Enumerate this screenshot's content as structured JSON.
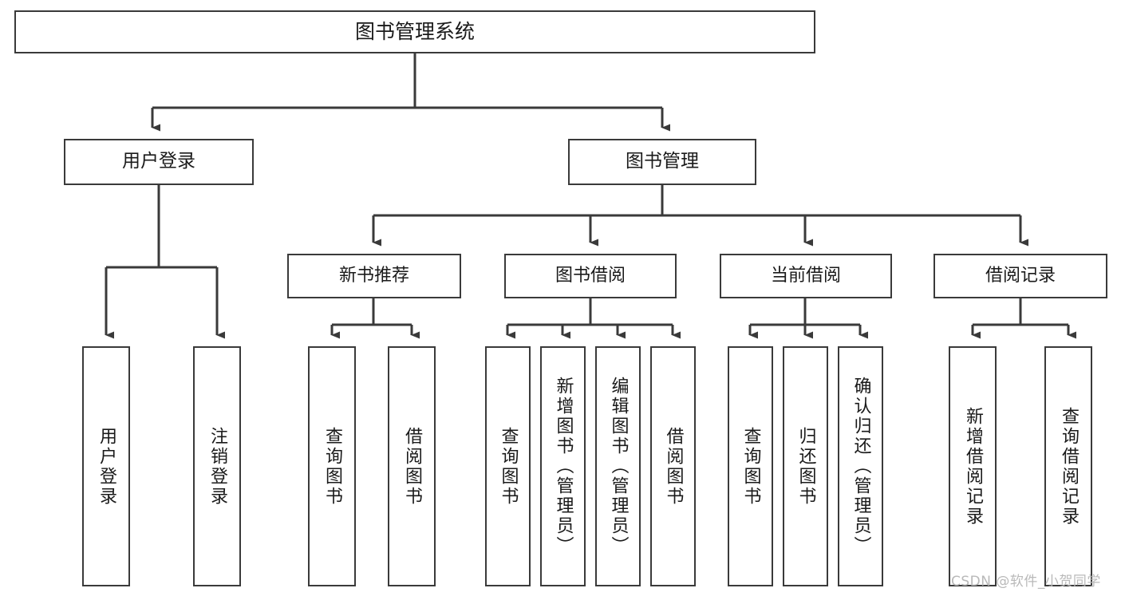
{
  "diagram": {
    "title": "图书管理系统",
    "type": "hierarchy-tree",
    "arrow_color": "#3a3a3a",
    "box_border_color": "#3a3a3a",
    "background_color": "#ffffff",
    "watermark": "CSDN @软件_小贺同学"
  },
  "nodes": {
    "root": {
      "label": "图书管理系统"
    },
    "level1": [
      {
        "id": "user-login",
        "label": "用户登录"
      },
      {
        "id": "book-management",
        "label": "图书管理"
      }
    ],
    "level2": [
      {
        "id": "new-book-recommend",
        "label": "新书推荐"
      },
      {
        "id": "book-borrow",
        "label": "图书借阅"
      },
      {
        "id": "current-borrow",
        "label": "当前借阅"
      },
      {
        "id": "borrow-record",
        "label": "借阅记录"
      }
    ],
    "leaves": {
      "user_login": [
        {
          "id": "leaf-user-login",
          "label": "用户登录"
        },
        {
          "id": "leaf-logout",
          "label": "注销登录"
        }
      ],
      "new_book_recommend": [
        {
          "id": "leaf-query-book-1",
          "label": "查询图书"
        },
        {
          "id": "leaf-borrow-book-1",
          "label": "借阅图书"
        }
      ],
      "book_borrow": [
        {
          "id": "leaf-query-book-2",
          "label": "查询图书"
        },
        {
          "id": "leaf-add-book",
          "label": "新增图书（管理员）"
        },
        {
          "id": "leaf-edit-book",
          "label": "编辑图书（管理员）"
        },
        {
          "id": "leaf-borrow-book-2",
          "label": "借阅图书"
        }
      ],
      "current_borrow": [
        {
          "id": "leaf-query-book-3",
          "label": "查询图书"
        },
        {
          "id": "leaf-return-book",
          "label": "归还图书"
        },
        {
          "id": "leaf-confirm-return",
          "label": "确认归还（管理员）"
        }
      ],
      "borrow_record": [
        {
          "id": "leaf-add-record",
          "label": "新增借阅记录"
        },
        {
          "id": "leaf-query-record",
          "label": "查询借阅记录"
        }
      ]
    }
  }
}
